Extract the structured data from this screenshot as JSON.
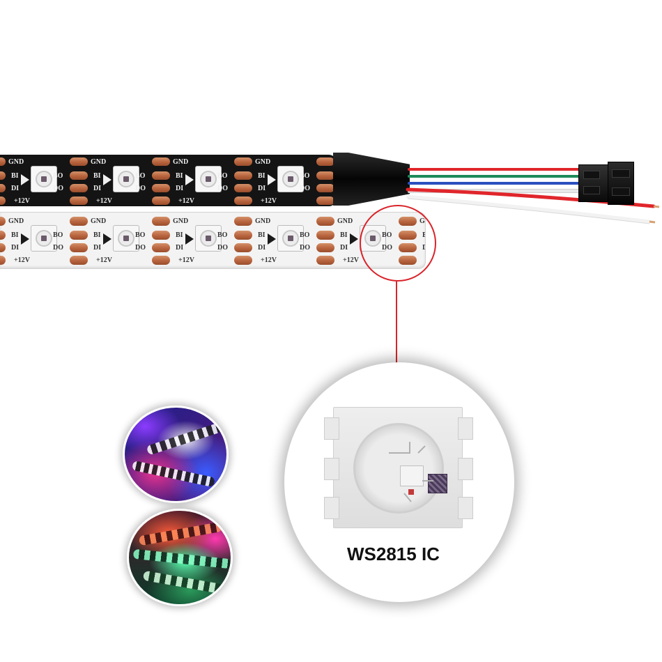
{
  "strip_labels": {
    "gnd": "GND",
    "bo": "BO",
    "do": "DO",
    "bi": "BI",
    "di": "DI",
    "v12": "+12V"
  },
  "chip_caption": "WS2815 IC",
  "colors": {
    "callout": "#d9232a",
    "strip_black": "#141414",
    "strip_white": "#f3f3f3",
    "pad_copper": "#b8643e",
    "wire_red": "#e0262b",
    "wire_green": "#1f8a5a",
    "wire_blue": "#2a4fbf",
    "wire_white": "#f6f6f6"
  },
  "icons": {
    "chip": "ws2815-chip-icon",
    "thumb_top": "led-strip-curl-photo",
    "thumb_bottom": "led-strip-rainbow-photo"
  }
}
